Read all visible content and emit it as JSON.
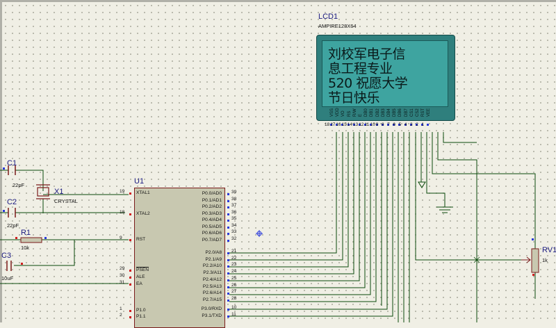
{
  "lcd": {
    "ref": "LCD1",
    "model": "AMPIRE128X64",
    "lines": [
      "刘校军电子信",
      "息工程专业",
      "520 祝愿大学",
      "节日快乐"
    ],
    "pins": [
      "VSS",
      "VDD",
      "VO",
      "RS",
      "R/W",
      "E",
      "DB0",
      "DB1",
      "DB2",
      "DB3",
      "DB4",
      "DB5",
      "DB6",
      "DB7",
      "CS1",
      "CS2",
      "RST",
      "VEE"
    ],
    "pin_numbers": [
      "18",
      "17",
      "16",
      "15",
      "14",
      "13",
      "12",
      "11",
      "10",
      "9",
      "8",
      "7",
      "6",
      "5",
      "4",
      "3",
      "2",
      "1"
    ]
  },
  "u1": {
    "ref": "U1",
    "left_pins": [
      {
        "num": "19",
        "name": "XTAL1"
      },
      {
        "num": "18",
        "name": "XTAL2"
      },
      {
        "num": "9",
        "name": "RST"
      },
      {
        "num": "29",
        "name": "PSEN"
      },
      {
        "num": "30",
        "name": "ALE"
      },
      {
        "num": "31",
        "name": "EA"
      },
      {
        "num": "1",
        "name": "P1.0"
      },
      {
        "num": "2",
        "name": "P1.1"
      }
    ],
    "right_pins": [
      {
        "num": "39",
        "name": "P0.0/AD0"
      },
      {
        "num": "38",
        "name": "P0.1/AD1"
      },
      {
        "num": "37",
        "name": "P0.2/AD2"
      },
      {
        "num": "36",
        "name": "P0.3/AD3"
      },
      {
        "num": "35",
        "name": "P0.4/AD4"
      },
      {
        "num": "34",
        "name": "P0.5/AD5"
      },
      {
        "num": "33",
        "name": "P0.6/AD6"
      },
      {
        "num": "32",
        "name": "P0.7/AD7"
      },
      {
        "num": "21",
        "name": "P2.0/A8"
      },
      {
        "num": "22",
        "name": "P2.1/A9"
      },
      {
        "num": "23",
        "name": "P2.2/A10"
      },
      {
        "num": "24",
        "name": "P2.3/A11"
      },
      {
        "num": "25",
        "name": "P2.4/A12"
      },
      {
        "num": "26",
        "name": "P2.5/A13"
      },
      {
        "num": "27",
        "name": "P2.6/A14"
      },
      {
        "num": "28",
        "name": "P2.7/A15"
      },
      {
        "num": "10",
        "name": "P3.0/RXD"
      },
      {
        "num": "11",
        "name": "P3.1/TXD"
      }
    ]
  },
  "c1": {
    "ref": "C1",
    "value": "22pF"
  },
  "c2": {
    "ref": "C2",
    "value": "22pF"
  },
  "c3": {
    "ref": "C3",
    "value": "10uF"
  },
  "x1": {
    "ref": "X1",
    "value": "CRYSTAL"
  },
  "r1": {
    "ref": "R1",
    "value": "10k"
  },
  "rv1": {
    "ref": "RV1",
    "value": "1k"
  },
  "colors": {
    "wire": "#0a4a0a",
    "part": "#7a1a1a",
    "lcd_screen": "#3ea4a0",
    "lcd_bezel": "#2f7f7d",
    "chip": "#c8c8b0",
    "pin_marker": "#2a3adb"
  }
}
